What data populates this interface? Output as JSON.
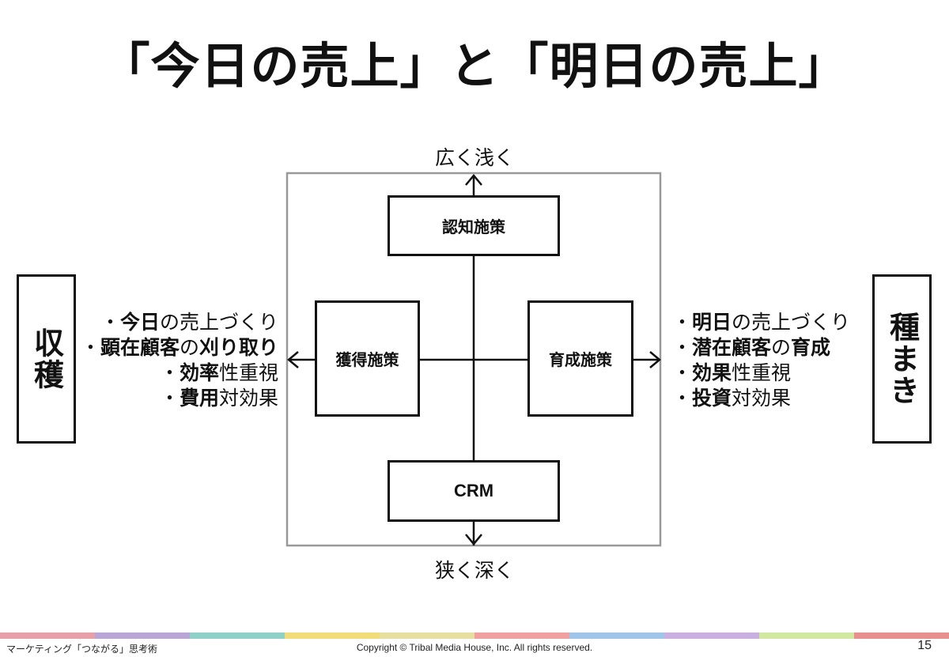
{
  "title": "「今日の売上」と「明日の売上」",
  "axis": {
    "top": "広く浅く",
    "bottom": "狭く深く"
  },
  "boxes": {
    "top": "認知施策",
    "left": "獲得施策",
    "right": "育成施策",
    "bottom": "CRM"
  },
  "left_side": {
    "label": "収穫",
    "items": [
      {
        "bullet": "・",
        "bold": "今日",
        "plain": "の売上づくり"
      },
      {
        "bullet": "・",
        "bold": "顕在顧客",
        "plain": "の",
        "bold2": "刈り取り"
      },
      {
        "bullet": "・",
        "bold": "効率",
        "plain": "性重視"
      },
      {
        "bullet": "・",
        "bold": "費用",
        "plain": "対効果"
      }
    ]
  },
  "right_side": {
    "label": "種まき",
    "items": [
      {
        "bullet": "・",
        "bold": "明日",
        "plain": "の売上づくり"
      },
      {
        "bullet": "・",
        "bold": "潜在顧客",
        "plain": "の",
        "bold2": "育成"
      },
      {
        "bullet": "・",
        "bold": "効果",
        "plain": "性重視"
      },
      {
        "bullet": "・",
        "bold": "投資",
        "plain": "対効果"
      }
    ]
  },
  "footer": {
    "left": "マーケティング「つながる」思考術",
    "center": "Copyright © Tribal Media House, Inc. All rights reserved.",
    "page": "15"
  },
  "colors": {
    "frame": "#999999",
    "line": "#111111",
    "footer_bar": [
      "#e8a0a8",
      "#b9a6d6",
      "#8fd0c9",
      "#f2dc7a",
      "#e6e0a0",
      "#f0a0a0",
      "#9fc5e8",
      "#c9b0e0",
      "#d0e8a0",
      "#e89090"
    ]
  }
}
